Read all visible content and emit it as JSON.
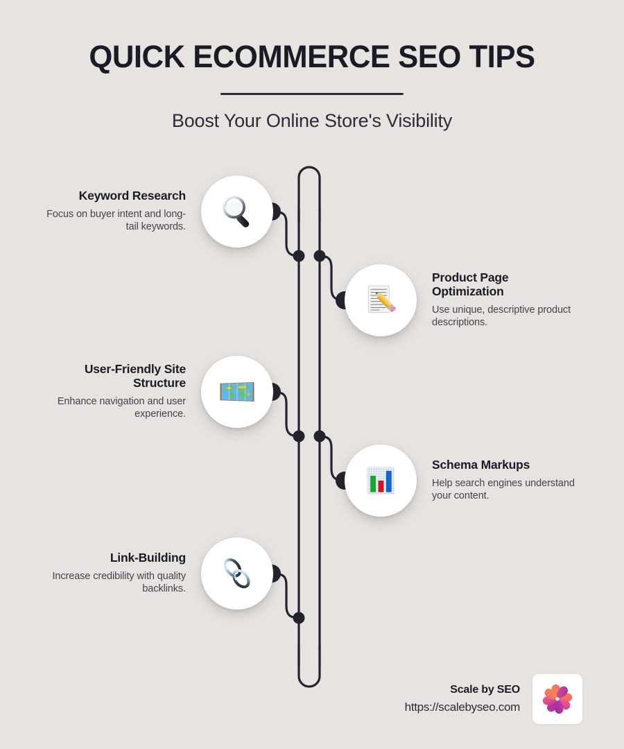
{
  "header": {
    "title": "QUICK ECOMMERCE SEO TIPS",
    "subtitle": "Boost Your Online Store's Visibility"
  },
  "colors": {
    "background": "#e7e3e1",
    "ink": "#1b1b26",
    "body_text": "#43434d",
    "spine": "#23232e",
    "bubble": "#ffffff",
    "logo_purple": "#8b2fa8",
    "logo_magenta": "#d63b8f",
    "logo_pink": "#ef5a8a",
    "logo_orange": "#f5833f"
  },
  "tips": [
    {
      "id": "keyword-research",
      "side": "left",
      "title": "Keyword Research",
      "desc": "Focus on buyer intent and long-tail keywords.",
      "icon": "magnifying-glass-icon"
    },
    {
      "id": "product-page-optimization",
      "side": "right",
      "title": "Product Page Optimization",
      "desc": "Use unique, descriptive product descriptions.",
      "icon": "memo-pencil-icon"
    },
    {
      "id": "user-friendly-site-structure",
      "side": "left",
      "title": "User-Friendly Site Structure",
      "desc": "Enhance navigation and user experience.",
      "icon": "world-map-icon"
    },
    {
      "id": "schema-markups",
      "side": "right",
      "title": "Schema Markups",
      "desc": "Help search engines understand your content.",
      "icon": "bar-chart-icon"
    },
    {
      "id": "link-building",
      "side": "left",
      "title": "Link-Building",
      "desc": "Increase credibility with quality backlinks.",
      "icon": "chain-link-icon"
    }
  ],
  "footer": {
    "brand": "Scale by SEO",
    "url": "https://scalebyseo.com",
    "logo": "pinwheel-logo-icon"
  }
}
